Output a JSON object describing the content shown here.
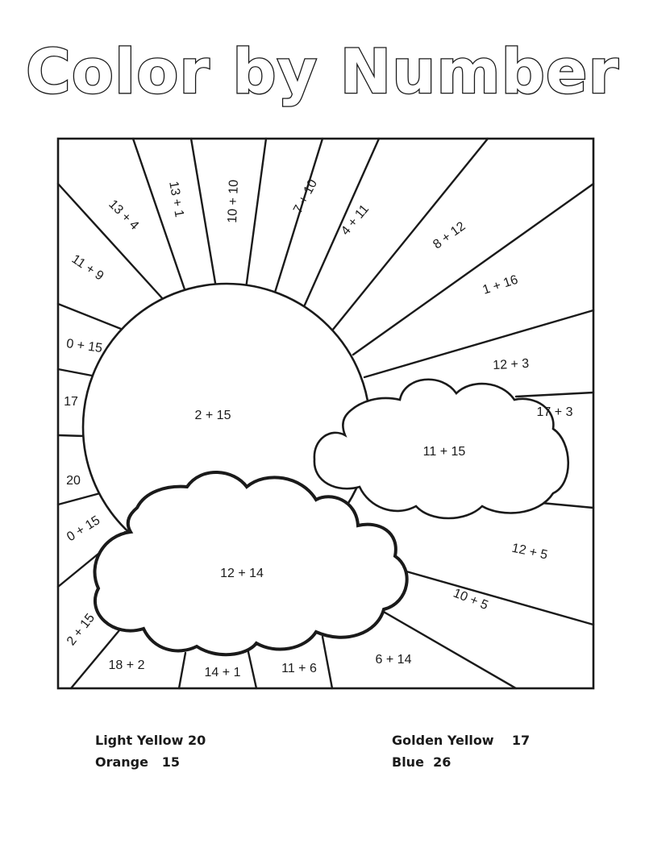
{
  "title": "Color by Number",
  "regions": {
    "ray_13_4": "13 + 4",
    "ray_13_1": "13 + 1",
    "ray_10_10": "10 + 10",
    "ray_7_10": "7 + 10",
    "ray_4_11": "4 + 11",
    "ray_8_12": "8 + 12",
    "ray_11_9": "11 + 9",
    "ray_1_16": "1 + 16",
    "ray_0_15_top": "0 + 15",
    "ray_12_3": "12 + 3",
    "ray_17": "17",
    "ray_17_3": "17 + 3",
    "sun_2_15": "2 + 15",
    "cloud_small_11_15": "11 + 15",
    "ray_20": "20",
    "ray_0_15_bottom": "0 + 15",
    "cloud_big_12_14": "12 + 14",
    "ray_12_5": "12 + 5",
    "ray_10_5": "10 + 5",
    "ray_2_15": "2 + 15",
    "ray_18_2": "18 + 2",
    "ray_14_1": "14 + 1",
    "ray_11_6": "11 + 6",
    "ray_6_14": "6 + 14"
  },
  "key": {
    "light_yellow": "Light Yellow 20",
    "orange": "Orange   15",
    "golden_yellow": "Golden Yellow    17",
    "blue": "Blue  26"
  }
}
